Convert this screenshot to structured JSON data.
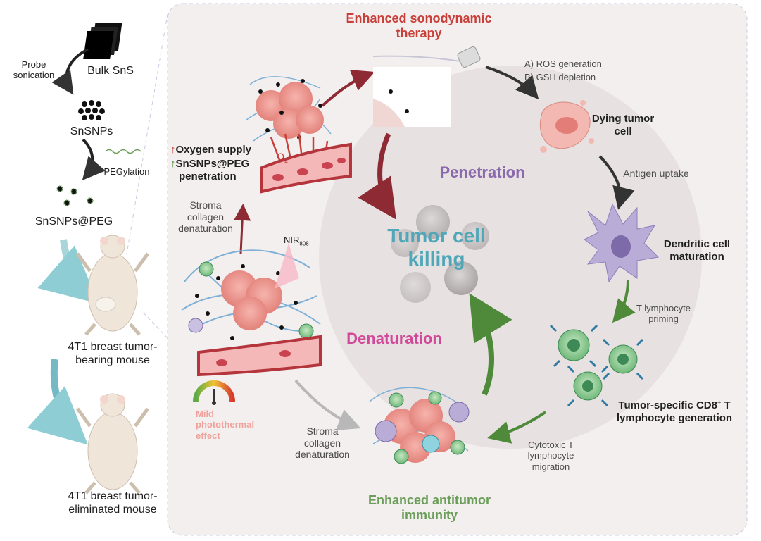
{
  "left_column": {
    "bulk": "Bulk SnS",
    "step1": "Probe sonication",
    "snsnps": "SnSNPs",
    "step2": "PEGylation",
    "snsnps_peg": "SnSNPs@PEG",
    "mouse_bearing": "4T1 breast tumor-bearing mouse",
    "mouse_eliminated": "4T1 breast tumor-eliminated mouse"
  },
  "cycle": {
    "sdt": "Enhanced sonodynamic therapy",
    "ros": "A) ROS generation",
    "gsh": "B) GSH depletion",
    "dying": "Dying tumor cell",
    "antigen": "Antigen uptake",
    "dendritic": "Dendritic cell maturation",
    "priming": "T lymphocyte priming",
    "cd8_a": "Tumor-specific CD8",
    "cd8_sup": "+",
    "cd8_b": " T lymphocyte generation",
    "cytotoxic": "Cytotoxic T lymphocyte migration",
    "immunity": "Enhanced antitumor immunity",
    "penetration": "Penetration",
    "denaturation": "Denaturation",
    "killing": "Tumor cell killing"
  },
  "middle": {
    "oxygen_arrow": "↑",
    "oxygen": "Oxygen supply",
    "peg_arrow": "↑",
    "peg_a": "SnSNPs@PEG",
    "peg_b": "penetration",
    "o2": "O",
    "o2_sub": "2",
    "stroma_top": "Stroma collagen denaturation",
    "nir": "NIR",
    "nir_sub": "808",
    "mild": "Mild photothermal effect",
    "stroma_bottom": "Stroma collagen denaturation"
  },
  "colors": {
    "panel": "#f4efef",
    "sdt_red": "#c9403b",
    "penetration_purple": "#8b69ad",
    "denaturation_pink": "#d14a9a",
    "killing_teal": "#4fa7b8",
    "immunity_green": "#6a9e58",
    "collagen_blue": "#7fb0d6",
    "tumor_pink": "#f0a09a",
    "vessel_red": "#b5353d"
  }
}
